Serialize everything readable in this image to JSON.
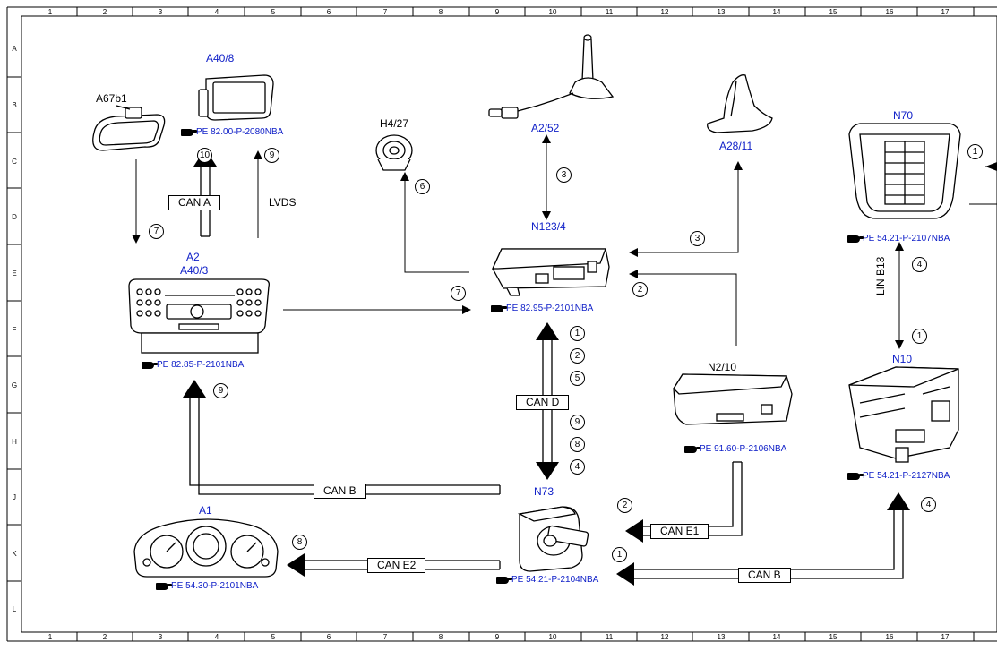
{
  "grid": {
    "cols": [
      "1",
      "2",
      "3",
      "4",
      "5",
      "6",
      "7",
      "8",
      "9",
      "10",
      "11",
      "12",
      "13",
      "14",
      "15",
      "16",
      "17"
    ],
    "rows": [
      "A",
      "B",
      "C",
      "D",
      "E",
      "F",
      "G",
      "H",
      "J",
      "K",
      "L"
    ]
  },
  "components": {
    "a67b1": "A67b1",
    "a40_8": "A40/8",
    "h4_27": "H4/27",
    "a2_52": "A2/52",
    "a28_11": "A28/11",
    "n70": "N70",
    "n123_4": "N123/4",
    "a2": "A2",
    "a40_3": "A40/3",
    "n2_10": "N2/10",
    "n10": "N10",
    "n73": "N73",
    "a1": "A1"
  },
  "refs": {
    "a40_8": "PE 82.00-P-2080NBA",
    "n70": "PE 54.21-P-2107NBA",
    "n123_4": "PE 82.95-P-2101NBA",
    "a2": "PE 82.85-P-2101NBA",
    "n2_10": "PE 91.60-P-2106NBA",
    "n10": "PE 54.21-P-2127NBA",
    "n73": "PE 54.21-P-2104NBA",
    "a1": "PE 54.30-P-2101NBA"
  },
  "buses": {
    "can_a": "CAN A",
    "lvds": "LVDS",
    "can_d": "CAN D",
    "can_b_left": "CAN B",
    "can_e2": "CAN E2",
    "can_e1": "CAN E1",
    "can_b_right": "CAN B",
    "lin_b13": "LIN B13"
  },
  "numbers": {
    "n10_up": "10",
    "n9_lvds": "9",
    "n7_left": "7",
    "n6": "6",
    "n3_ant": "3",
    "n3_fin": "3",
    "n2_n123": "2",
    "n7_mid": "7",
    "n1_cand": "1",
    "n2_cand": "2",
    "n5_cand": "5",
    "n9_cand": "9",
    "n8_cand": "8",
    "n4_cand": "4",
    "n9_canb": "9",
    "n8_cane2": "8",
    "n2_cane1": "2",
    "n1_canb": "1",
    "n4_n10": "4",
    "n4_lin": "4",
    "n1_lin": "1",
    "n1_n70": "1"
  },
  "colors": {
    "link": "#1020c8",
    "line": "#000000"
  }
}
